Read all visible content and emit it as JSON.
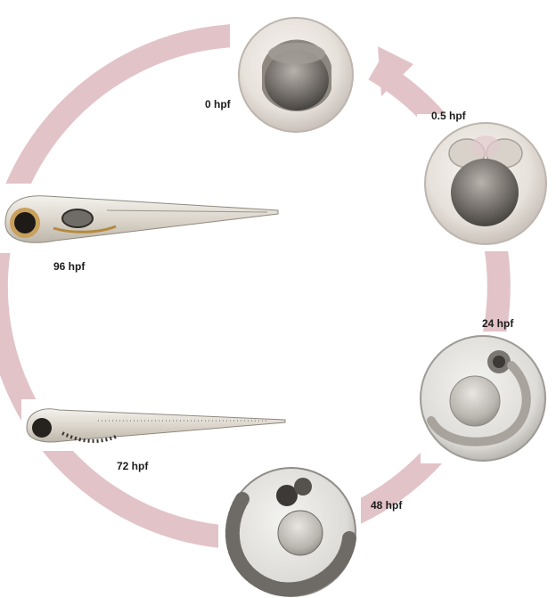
{
  "stages": [
    {
      "label": "0 hpf"
    },
    {
      "label": "0.5 hpf"
    },
    {
      "label": "24 hpf"
    },
    {
      "label": "48 hpf"
    },
    {
      "label": "72 hpf"
    },
    {
      "label": "96 hpf"
    }
  ],
  "colors": {
    "cycle_arrow": "#e2c3c8",
    "chorion": "#ece6e0",
    "yolk": "#6d6a66",
    "label_text": "#1c1c1c"
  }
}
